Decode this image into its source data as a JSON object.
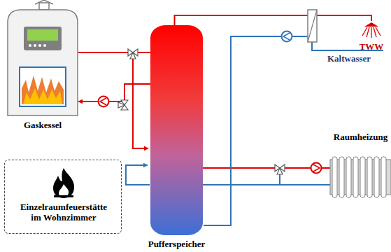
{
  "diagram": {
    "nodes": [
      {
        "text": [
          "Gaskessel"
        ]
      },
      {
        "text": [
          "Pufferspeicher"
        ]
      },
      {
        "text": [
          "TWW"
        ]
      },
      {
        "text": [
          "Raumheizung"
        ]
      },
      {
        "text": [
          "Einzelraumfeuerstätte im Wohnzimmer"
        ]
      }
    ],
    "edges": [
      {
        "from": 0,
        "to": 1,
        "arrow": "none"
      },
      {
        "from": 1,
        "to": 0,
        "arrow": "to"
      },
      {
        "from": 1,
        "to": 2,
        "arrow": "none"
      },
      {
        "from": 1,
        "to": 3,
        "arrow": "none"
      },
      {
        "from": 3,
        "to": 1,
        "arrow": "none"
      }
    ],
    "labels": [
      "Kaltwasser"
    ]
  }
}
